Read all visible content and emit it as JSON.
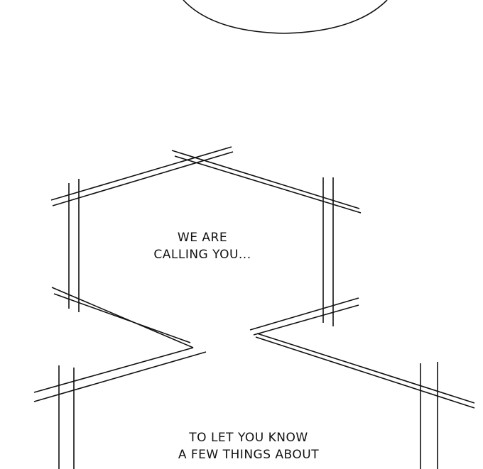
{
  "bubble1": {
    "lines": [
      "WE ARE",
      "CALLING YOU..."
    ]
  },
  "bubble2": {
    "lines": [
      "TO LET YOU KNOW",
      "A FEW THINGS ABOUT"
    ]
  }
}
